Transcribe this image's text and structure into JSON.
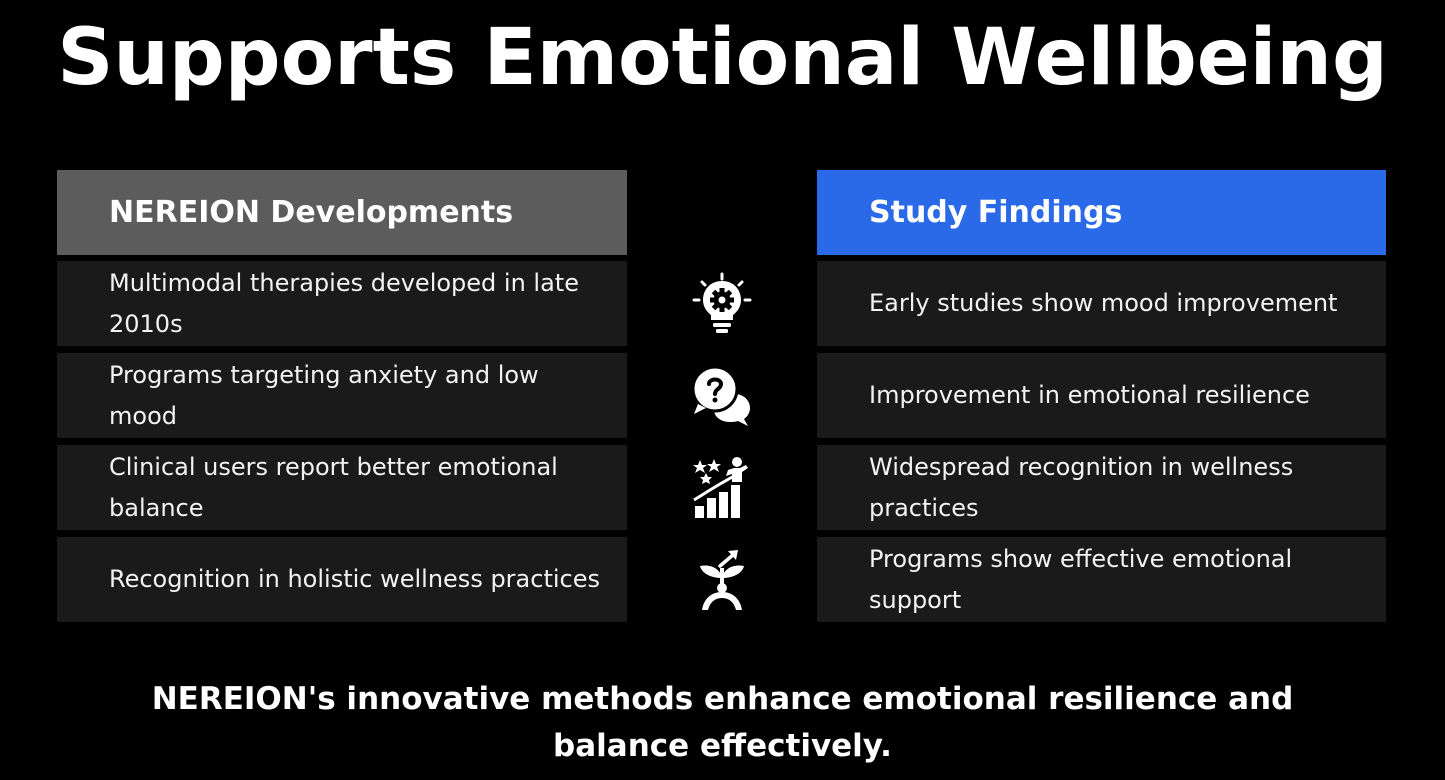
{
  "title": "Supports Emotional Wellbeing",
  "colors": {
    "background": "#000000",
    "left_header": "#5c5c5c",
    "right_header": "#2a6ae8",
    "row": "#1a1a1a"
  },
  "left": {
    "header": "NEREION Developments",
    "rows": [
      "Multimodal therapies developed in late 2010s",
      "Programs targeting anxiety and low mood",
      "Clinical users report better emotional balance",
      "Recognition in holistic wellness practices"
    ]
  },
  "right": {
    "header": "Study Findings",
    "rows": [
      "Early studies show mood improvement",
      "Improvement in emotional resilience",
      "Widespread recognition in wellness practices",
      "Programs show effective emotional support"
    ]
  },
  "icons": [
    "lightbulb-gear-icon",
    "question-chat-icon",
    "growth-chart-person-icon",
    "sprout-person-icon"
  ],
  "footer": "NEREION's innovative methods enhance emotional resilience and balance effectively."
}
